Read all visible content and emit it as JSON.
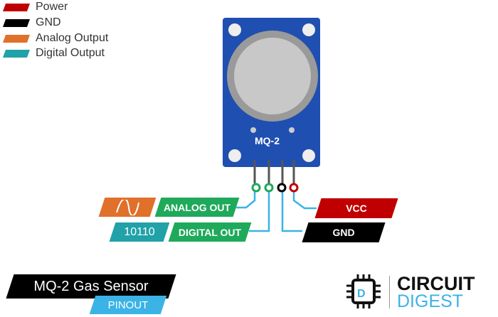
{
  "legend": [
    {
      "label": "Power",
      "color": "#c00000"
    },
    {
      "label": "GND",
      "color": "#000000"
    },
    {
      "label": "Analog Output",
      "color": "#e0702a"
    },
    {
      "label": "Digital Output",
      "color": "#21a1a8"
    }
  ],
  "sensor": {
    "label": "MQ-2"
  },
  "pins": {
    "analog_label": "ANALOG OUT",
    "analog_icon": "sine-wave-icon",
    "digital_label": "DIGITAL OUT",
    "digital_icon_text": "10110",
    "vcc_label": "VCC",
    "gnd_label": "GND"
  },
  "title": {
    "main": "MQ-2 Gas Sensor",
    "sub": "PINOUT"
  },
  "logo": {
    "line1": "CIRCUIT",
    "line2": "DIGEST"
  },
  "colors": {
    "green": "#1fa95a",
    "blue": "#3bb3e6",
    "board": "#1f4fb0"
  }
}
